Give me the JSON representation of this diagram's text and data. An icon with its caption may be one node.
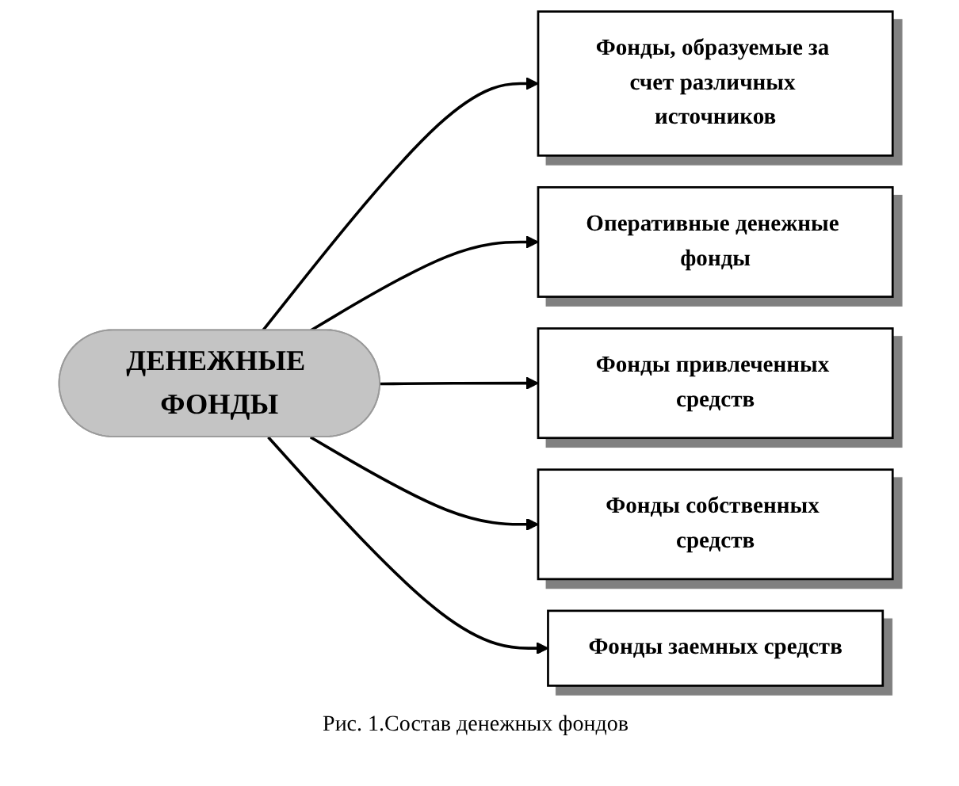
{
  "diagram": {
    "caption": "Рис. 1.Состав денежных фондов",
    "nodes": [
      {
        "text": [
          "Фонды, образуемые за счет различных источников"
        ]
      },
      {
        "text": [
          "Оперативные денежные фонды"
        ]
      },
      {
        "text": [
          "ДЕНЕЖНЫЕ ФОНДЫ"
        ]
      },
      {
        "text": [
          "Фонды привлеченных средств"
        ]
      },
      {
        "text": [
          "Фонды собственных средств"
        ]
      },
      {
        "text": [
          "Фонды заемных средств"
        ]
      }
    ],
    "edges": [
      {
        "from": 2,
        "to": 0,
        "arrow": "to"
      },
      {
        "from": 2,
        "to": 1,
        "arrow": "to"
      },
      {
        "from": 2,
        "to": 3,
        "arrow": "to"
      },
      {
        "from": 2,
        "to": 4,
        "arrow": "to"
      },
      {
        "from": 2,
        "to": 5,
        "arrow": "to"
      }
    ]
  }
}
